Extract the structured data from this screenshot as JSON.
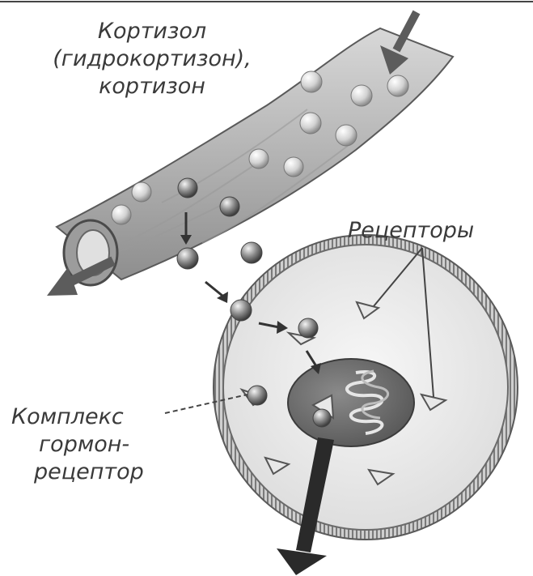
{
  "labels": {
    "hormone": {
      "line1": "Кортизол",
      "line2": "(гидрокортизон),",
      "line3": "кортизон"
    },
    "receptors": "Рецепторы",
    "complex": {
      "line1": "Комплекс",
      "line2": "гормон-",
      "line3": "рецептор"
    }
  },
  "colors": {
    "vessel_fill": "#bdbdbd",
    "vessel_edge": "#5a5a5a",
    "cell_fill": "#e9e9e9",
    "nucleus_fill": "#6f6f6f",
    "arrow": "#2a2a2a",
    "text": "#3a3a3a"
  }
}
